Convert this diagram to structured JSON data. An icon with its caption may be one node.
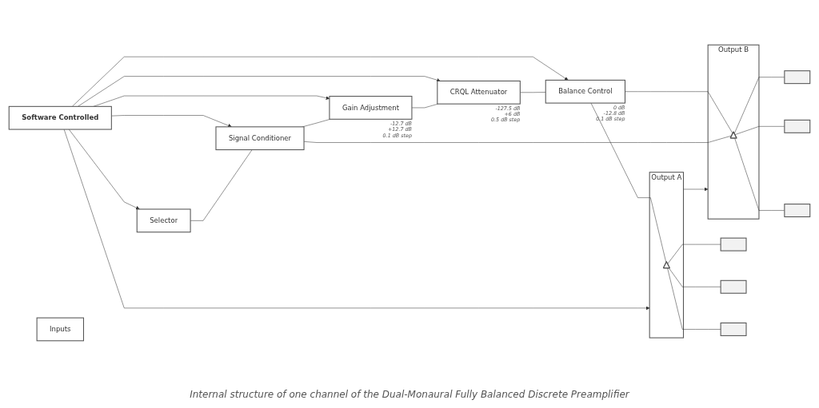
{
  "diagram": {
    "caption": "Internal structure of one channel of the Dual-Monaural Fully Balanced Discrete Preamplifier",
    "nodes": [
      {
        "text": [
          "Software Controlled"
        ]
      },
      {
        "text": [
          "Inputs"
        ]
      },
      {
        "text": [
          "Selector"
        ]
      },
      {
        "text": [
          "Signal Conditioner"
        ]
      },
      {
        "text": [
          "Gain Adjustment"
        ],
        "beside": [
          "-12.7 dB",
          "+12.7 dB",
          "0.1 dB step"
        ]
      },
      {
        "text": [
          "CRQL Attenuator"
        ],
        "beside": [
          "-127.5 dB",
          "+6 dB",
          "0.5 dB step"
        ]
      },
      {
        "text": [
          "Balance Control"
        ],
        "beside": [
          "0 dB",
          "-12.8 dB",
          "0.1 dB step"
        ]
      },
      {
        "text": [
          "Output A"
        ]
      },
      {
        "text": [],
        "shape": "triangle",
        "in": 7
      },
      {
        "text": [],
        "shape": "box"
      },
      {
        "text": [],
        "shape": "box"
      },
      {
        "text": [],
        "shape": "box"
      },
      {
        "text": [
          "Output B"
        ]
      },
      {
        "text": [],
        "shape": "triangle",
        "in": 12
      },
      {
        "text": [],
        "shape": "box"
      },
      {
        "text": [],
        "shape": "box"
      },
      {
        "text": [],
        "shape": "box"
      }
    ],
    "edges": [
      {
        "from": 0,
        "to": 2,
        "arrow": "to"
      },
      {
        "from": 0,
        "to": 3,
        "arrow": "to"
      },
      {
        "from": 0,
        "to": 4,
        "arrow": "to"
      },
      {
        "from": 0,
        "to": 5,
        "arrow": "to"
      },
      {
        "from": 0,
        "to": 6,
        "arrow": "to"
      },
      {
        "from": 0,
        "to": 7,
        "arrow": "to"
      },
      {
        "from": 7,
        "to": 12,
        "arrow": "to"
      },
      {
        "from": 2,
        "to": 3,
        "arrow": "none"
      },
      {
        "from": 3,
        "to": 4,
        "arrow": "none"
      },
      {
        "from": 4,
        "to": 5,
        "arrow": "none"
      },
      {
        "from": 5,
        "to": 6,
        "arrow": "none"
      },
      {
        "from": 6,
        "to": 8,
        "arrow": "none"
      },
      {
        "from": 6,
        "to": 13,
        "arrow": "none"
      },
      {
        "from": 3,
        "to": 13,
        "arrow": "none"
      },
      {
        "from": 8,
        "to": 9,
        "arrow": "none"
      },
      {
        "from": 8,
        "to": 10,
        "arrow": "none"
      },
      {
        "from": 8,
        "to": 11,
        "arrow": "none"
      },
      {
        "from": 13,
        "to": 14,
        "arrow": "none"
      },
      {
        "from": 13,
        "to": 15,
        "arrow": "none"
      },
      {
        "from": 13,
        "to": 16,
        "arrow": "none"
      }
    ]
  }
}
